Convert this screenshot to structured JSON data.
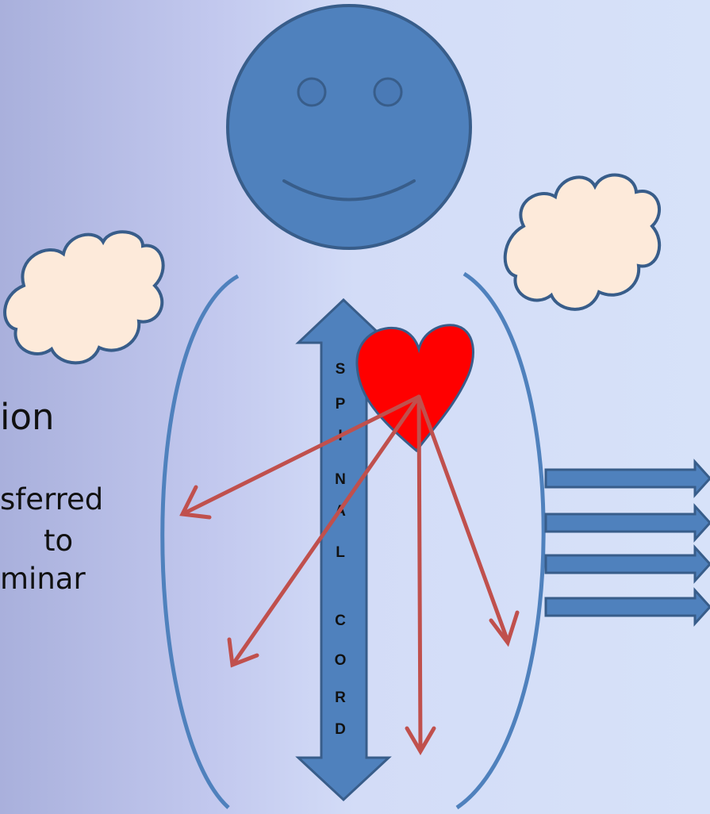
{
  "slide_text": {
    "line1": "ion",
    "line2": "sferred",
    "line3": "to",
    "line4": "minar"
  },
  "spinal_cord_label": {
    "letters": [
      "S",
      "P",
      "I",
      "N",
      "A",
      "L",
      "C",
      "O",
      "R",
      "D"
    ]
  },
  "colors": {
    "head_fill": "#4f81bd",
    "head_stroke": "#385d8a",
    "heart": "#ff0000",
    "red_arrows": "#c0504d",
    "cloud_fill": "#fdeada",
    "outline_blue": "#4f81bd",
    "background_left": "#a9b0dc",
    "background_right": "#d7e2f9"
  }
}
